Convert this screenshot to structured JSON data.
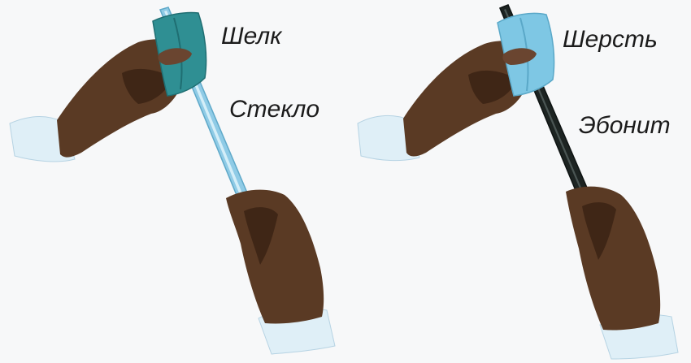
{
  "labels": {
    "silk": "Шелк",
    "glass": "Стекло",
    "wool": "Шерсть",
    "ebonite": "Эбонит"
  },
  "colors": {
    "background": "#f7f8f9",
    "skin": "#5a3a24",
    "skin_shadow": "#3f2616",
    "sleeve": "#dfeff7",
    "glass_rod": "#8fcbe6",
    "silk_cloth": "#2f8f93",
    "wool_cloth": "#7ec7e4",
    "ebonite_rod": "#1d2422"
  }
}
